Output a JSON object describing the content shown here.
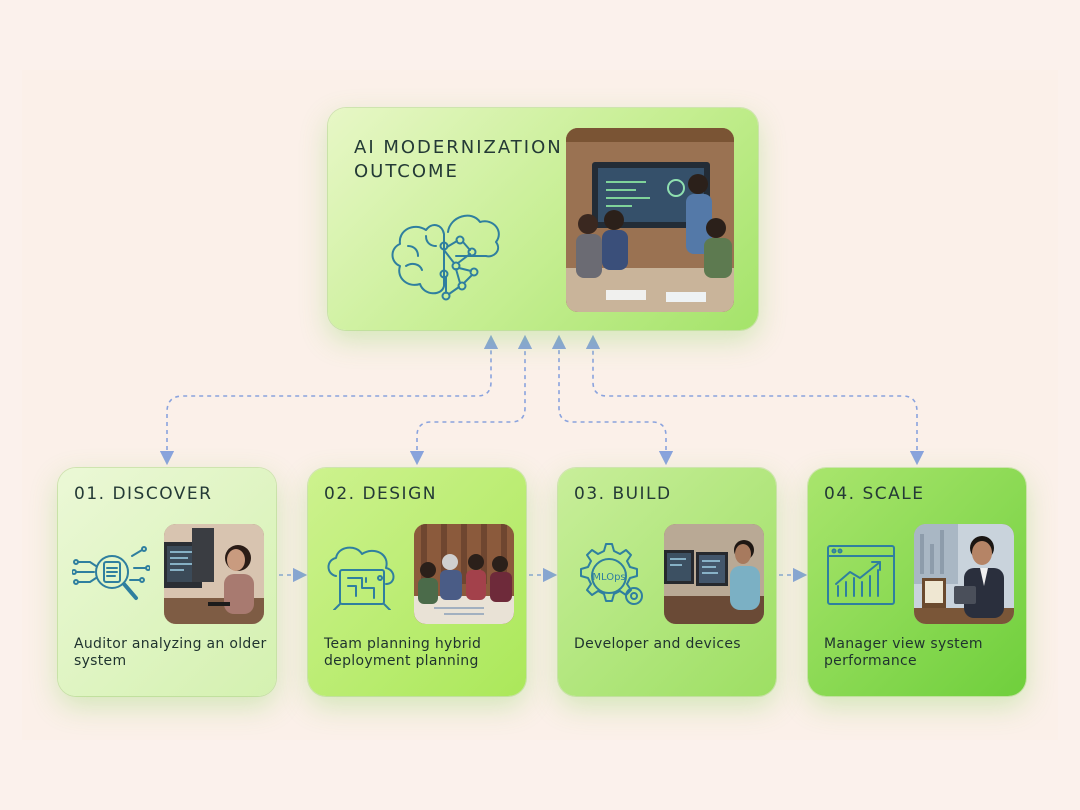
{
  "outcome": {
    "title": "AI MODERNIZATION\nOUTCOME",
    "icon": "brain-cloud-network-icon",
    "photo": "team-meeting-photo"
  },
  "steps": [
    {
      "title": "01. DISCOVER",
      "caption": "Auditor analyzing an older system",
      "icon": "magnifier-document-icon",
      "photo": "auditor-at-computer-photo"
    },
    {
      "title": "02. DESIGN",
      "caption": "Team planning hybrid deployment planning",
      "icon": "cloud-blueprint-icon",
      "photo": "team-planning-photo"
    },
    {
      "title": "03. BUILD",
      "caption": "Developer and devices",
      "icon": "mlops-gear-icon",
      "icon_label": "MLOps",
      "photo": "developer-at-desk-photo"
    },
    {
      "title": "04. SCALE",
      "caption": "Manager view system performance",
      "icon": "growth-chart-window-icon",
      "photo": "manager-with-tablet-photo"
    }
  ],
  "colors": {
    "background": "#fbf1ec",
    "connector": "#8aa3de",
    "icon_stroke": "#2f7f9f",
    "text": "#243a36"
  }
}
